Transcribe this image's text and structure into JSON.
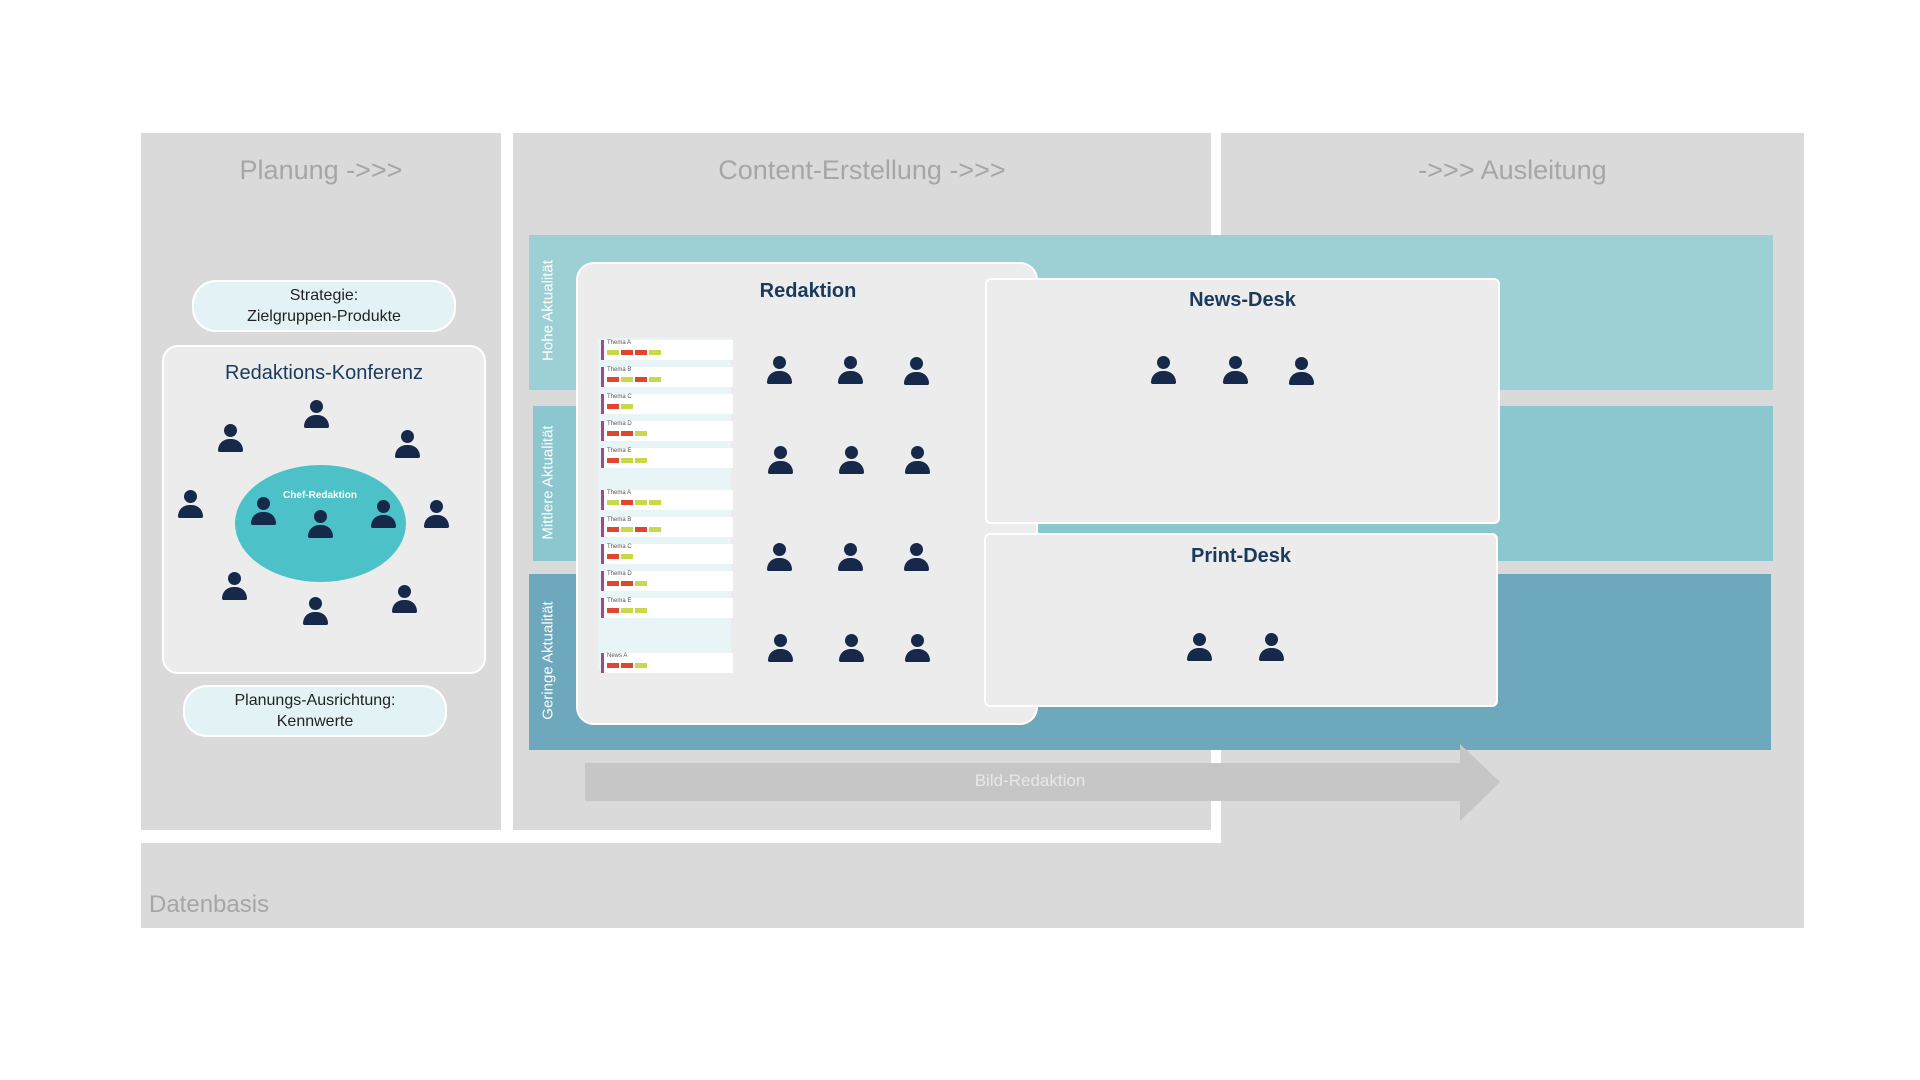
{
  "phases": {
    "planning": "Planung ->>>",
    "content": "Content-Erstellung ->>>",
    "output": "->>> Ausleitung"
  },
  "database": "Datenbasis",
  "bands": {
    "high": "Hohe Aktualität",
    "mid": "Mittlere Aktualität",
    "low": "Geringe Aktualität"
  },
  "strategy": {
    "line1": "Strategie:",
    "line2": "Zielgruppen-Produkte"
  },
  "conference": {
    "title": "Redaktions-Konferenz",
    "chief": "Chef-Redaktion"
  },
  "planning_alignment": {
    "line1": "Planungs-Ausrichtung:",
    "line2": "Kennwerte"
  },
  "redaktion": {
    "title": "Redaktion"
  },
  "news_desk": {
    "title": "News-Desk"
  },
  "print_desk": {
    "title": "Print-Desk"
  },
  "bild": {
    "label": "Bild-Redaktion"
  },
  "topics": [
    {
      "label": "Thema A",
      "bars": [
        "#c8d84a",
        "#e0462e",
        "#e0462e",
        "#c8d84a"
      ]
    },
    {
      "label": "Thema B",
      "bars": [
        "#e0462e",
        "#c8d84a",
        "#e0462e",
        "#c8d84a"
      ]
    },
    {
      "label": "Thema C",
      "bars": [
        "#e0462e",
        "#c8d84a"
      ]
    },
    {
      "label": "Thema D",
      "bars": [
        "#e0462e",
        "#e0462e",
        "#c8d84a"
      ]
    },
    {
      "label": "Thema E",
      "bars": [
        "#e0462e",
        "#c8d84a",
        "#c8d84a"
      ]
    },
    {
      "label": "Thema A",
      "bars": [
        "#c8d84a",
        "#e0462e",
        "#c8d84a",
        "#c8d84a"
      ]
    },
    {
      "label": "Thema B",
      "bars": [
        "#e0462e",
        "#c8d84a",
        "#e0462e",
        "#c8d84a"
      ]
    },
    {
      "label": "Thema C",
      "bars": [
        "#e0462e",
        "#c8d84a"
      ]
    },
    {
      "label": "Thema D",
      "bars": [
        "#e0462e",
        "#e0462e",
        "#c8d84a"
      ]
    },
    {
      "label": "Thema E",
      "bars": [
        "#e0462e",
        "#c8d84a",
        "#c8d84a"
      ]
    },
    {
      "label": "News A",
      "bars": [
        "#e0462e",
        "#e0462e",
        "#c8d84a"
      ]
    }
  ],
  "colors": {
    "gray": "#dadada",
    "band_high": "#9dd0d5",
    "band_mid": "#8cc6cf",
    "band_low": "#6da8bd",
    "chief_ellipse": "#4cc1c8",
    "title_navy": "#1a3a5c",
    "person": "#16294a",
    "arrow": "#c6c6c6"
  }
}
